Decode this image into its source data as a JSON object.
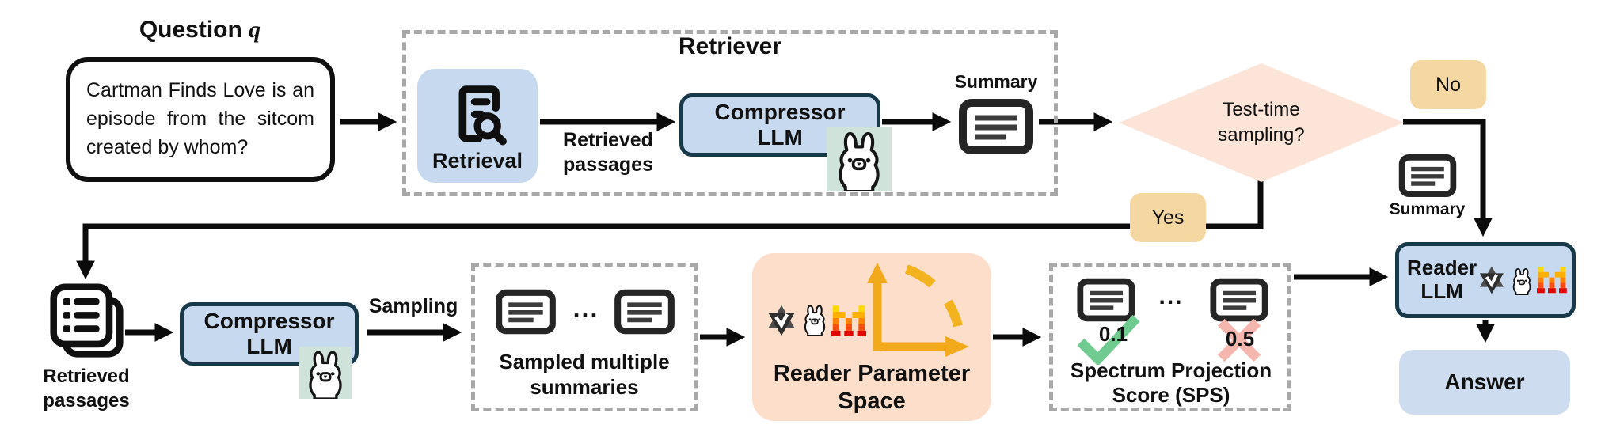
{
  "nodes": {
    "question": {
      "title": "Question",
      "q": "q",
      "text": "Cartman Finds Love is an episode from the sitcom created by whom?"
    },
    "retriever": {
      "title": "Retriever",
      "retrieval": "Retrieval",
      "compressor": "Compressor LLM",
      "summary": "Summary"
    },
    "decision": {
      "label": "Test-time sampling?"
    },
    "no_branch": {
      "summary": "Summary"
    },
    "bottom": {
      "retrieved_passages": "Retrieved passages",
      "compressor": "Compressor LLM",
      "sampled_label": "Sampled multiple summaries",
      "dots": "...",
      "rps_label": "Reader Parameter Space",
      "sps_label": "Spectrum Projection Score (SPS)",
      "score_accepted": "0.1",
      "score_rejected": "0.5"
    },
    "reader": {
      "label": "Reader LLM"
    },
    "answer": {
      "label": "Answer"
    }
  },
  "edges": {
    "retrieved_passages": "Retrieved passages",
    "sampling": "Sampling",
    "yes": "Yes",
    "no": "No"
  },
  "icons": {
    "retrieval": "document-search-icon",
    "summary": "summary-document-icon",
    "stacked_docs": "retrieved-passages-stack-icon",
    "llama": "llama-model-icon",
    "qwen": "qwen-model-icon",
    "mistral": "mistral-model-icon",
    "axes": "parameter-space-axes-icon",
    "check": "accept-check-icon",
    "cross": "reject-cross-icon"
  },
  "colors": {
    "node_blue": "#c7d9ee",
    "node_border": "#17394a",
    "answer_blue": "#cddcef",
    "diamond_peach": "#fce4d8",
    "rps_peach": "#fcdecb",
    "badge_tan": "#f5d7a2",
    "llama_green": "#cfe3da",
    "dash_gray": "#a8a8a8",
    "connector_black": "#0b0b0b",
    "axes_yellow": "#f2a91c",
    "check_green": "#70cb90",
    "cross_pink": "#f5b6ae"
  }
}
